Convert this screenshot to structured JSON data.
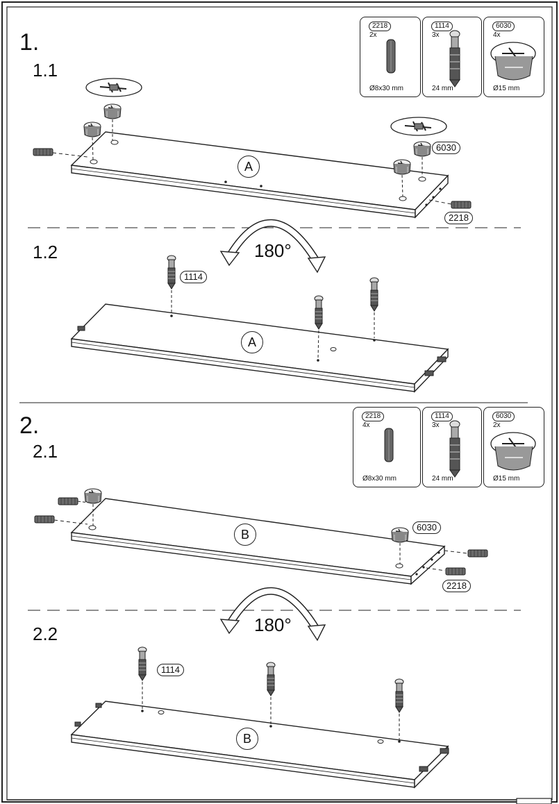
{
  "step1": {
    "number": "1.",
    "sub1": "1.1",
    "sub2": "1.2",
    "panel": "A",
    "rotation": "180°",
    "parts": [
      {
        "code": "2218",
        "qty": "2x",
        "dim": "Ø8x30 mm",
        "icon": "dowel-icon"
      },
      {
        "code": "1114",
        "qty": "3x",
        "dim": "24 mm",
        "icon": "cam-bolt-icon"
      },
      {
        "code": "6030",
        "qty": "4x",
        "dim": "Ø15 mm",
        "icon": "cam-lock-icon"
      }
    ],
    "callouts": {
      "cam": "6030",
      "dowel": "2218",
      "bolt": "1114"
    }
  },
  "step2": {
    "number": "2.",
    "sub1": "2.1",
    "sub2": "2.2",
    "panel": "B",
    "rotation": "180°",
    "parts": [
      {
        "code": "2218",
        "qty": "4x",
        "dim": "Ø8x30 mm",
        "icon": "dowel-icon"
      },
      {
        "code": "1114",
        "qty": "3x",
        "dim": "24 mm",
        "icon": "cam-bolt-icon"
      },
      {
        "code": "6030",
        "qty": "2x",
        "dim": "Ø15 mm",
        "icon": "cam-lock-icon"
      }
    ],
    "callouts": {
      "cam": "6030",
      "dowel": "2218",
      "bolt": "1114"
    }
  }
}
